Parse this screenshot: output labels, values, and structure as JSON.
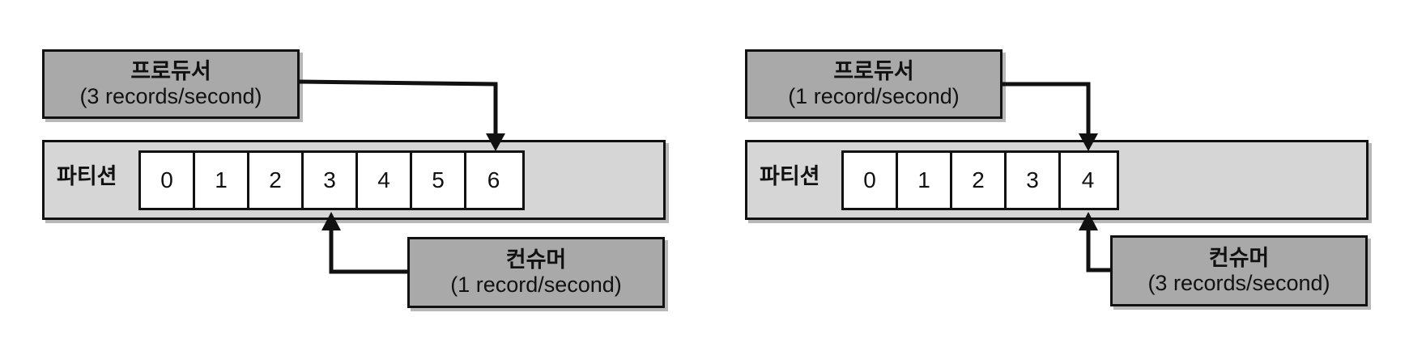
{
  "left": {
    "producer": {
      "title": "프로듀서",
      "rate": "(3 records/second)"
    },
    "partition": {
      "label": "파티션",
      "records": [
        "0",
        "1",
        "2",
        "3",
        "4",
        "5",
        "6"
      ]
    },
    "consumer": {
      "title": "컨슈머",
      "rate": "(1 record/second)"
    }
  },
  "right": {
    "producer": {
      "title": "프로듀서",
      "rate": "(1 record/second)"
    },
    "partition": {
      "label": "파티션",
      "records": [
        "0",
        "1",
        "2",
        "3",
        "4"
      ]
    },
    "consumer": {
      "title": "컨슈머",
      "rate": "(3 records/second)"
    }
  }
}
